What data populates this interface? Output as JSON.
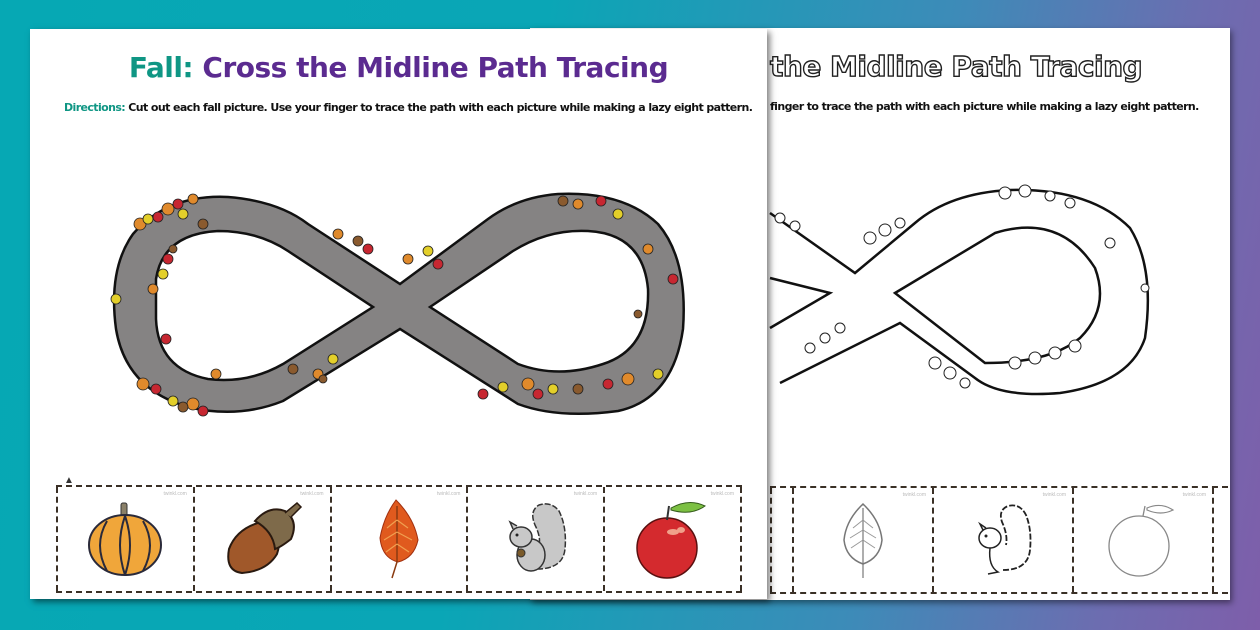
{
  "background": {
    "gradient_start": "#06a8b4",
    "gradient_end": "#7e5eaa"
  },
  "colored_sheet": {
    "title_lead": "Fall:",
    "title_rest": " Cross the Midline Path Tracing",
    "directions_label": "Directions:",
    "directions_text": " Cut out each fall picture. Use your finger to trace the path with each picture while making a lazy eight pattern.",
    "title_colors": {
      "lead": "#0f9684",
      "rest": "#5b2b90"
    },
    "path_color": "#858383",
    "cut_out_cards": [
      {
        "name": "pumpkin",
        "credit": "twinkl.com"
      },
      {
        "name": "acorn",
        "credit": "twinkl.com"
      },
      {
        "name": "leaf",
        "credit": "twinkl.com"
      },
      {
        "name": "squirrel",
        "credit": "twinkl.com"
      },
      {
        "name": "apple",
        "credit": "twinkl.com"
      }
    ]
  },
  "outline_sheet": {
    "title_visible": "the Midline Path Tracing",
    "directions_visible": "finger to trace the path with each picture while making a lazy eight pattern.",
    "cut_out_cards": [
      {
        "name": "leaf-outline",
        "credit": "twinkl.com"
      },
      {
        "name": "squirrel-outline",
        "credit": "twinkl.com"
      },
      {
        "name": "apple-outline",
        "credit": "twinkl.com"
      }
    ]
  }
}
